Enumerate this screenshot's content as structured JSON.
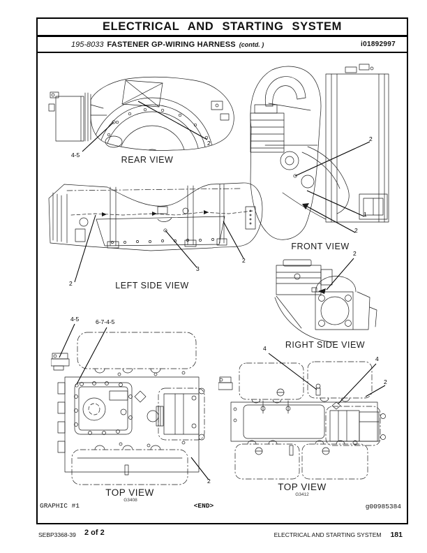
{
  "page": {
    "title": "ELECTRICAL AND STARTING SYSTEM",
    "section_number": "195-8033",
    "section_title": "FASTENER GP-WIRING HARNESS",
    "section_suffix": "(contd. )",
    "doc_id": "i01892997"
  },
  "views": {
    "rear": {
      "label": "REAR VIEW",
      "callouts": [
        {
          "label": "4-5"
        },
        {
          "label": "2"
        }
      ]
    },
    "front": {
      "label": "FRONT VIEW",
      "callouts": [
        {
          "label": "2"
        },
        {
          "label": "1"
        },
        {
          "label": "2"
        }
      ]
    },
    "left_side": {
      "label": "LEFT SIDE VIEW",
      "callouts": [
        {
          "label": "2"
        },
        {
          "label": "3"
        },
        {
          "label": "2"
        }
      ]
    },
    "right_side": {
      "label": "RIGHT SIDE VIEW",
      "callouts": [
        {
          "label": "2"
        }
      ]
    },
    "top_g3408": {
      "label": "TOP VIEW",
      "sublabel": "G3408",
      "callouts": [
        {
          "label": "4-5"
        },
        {
          "label": "6-7-4-5"
        },
        {
          "label": "2"
        }
      ]
    },
    "top_g3412": {
      "label": "TOP VIEW",
      "sublabel": "G3412",
      "callouts": [
        {
          "label": "4"
        },
        {
          "label": "4"
        },
        {
          "label": "2"
        }
      ]
    }
  },
  "graphic_footer": {
    "graphic_label": "GRAPHIC #1",
    "end_marker": "<END>",
    "graphic_id": "g00985384"
  },
  "page_footer": {
    "doc_code": "SEBP3368-39",
    "page_indicator": "2 of 2",
    "section_title": "ELECTRICAL AND STARTING SYSTEM",
    "page_number": "181"
  }
}
